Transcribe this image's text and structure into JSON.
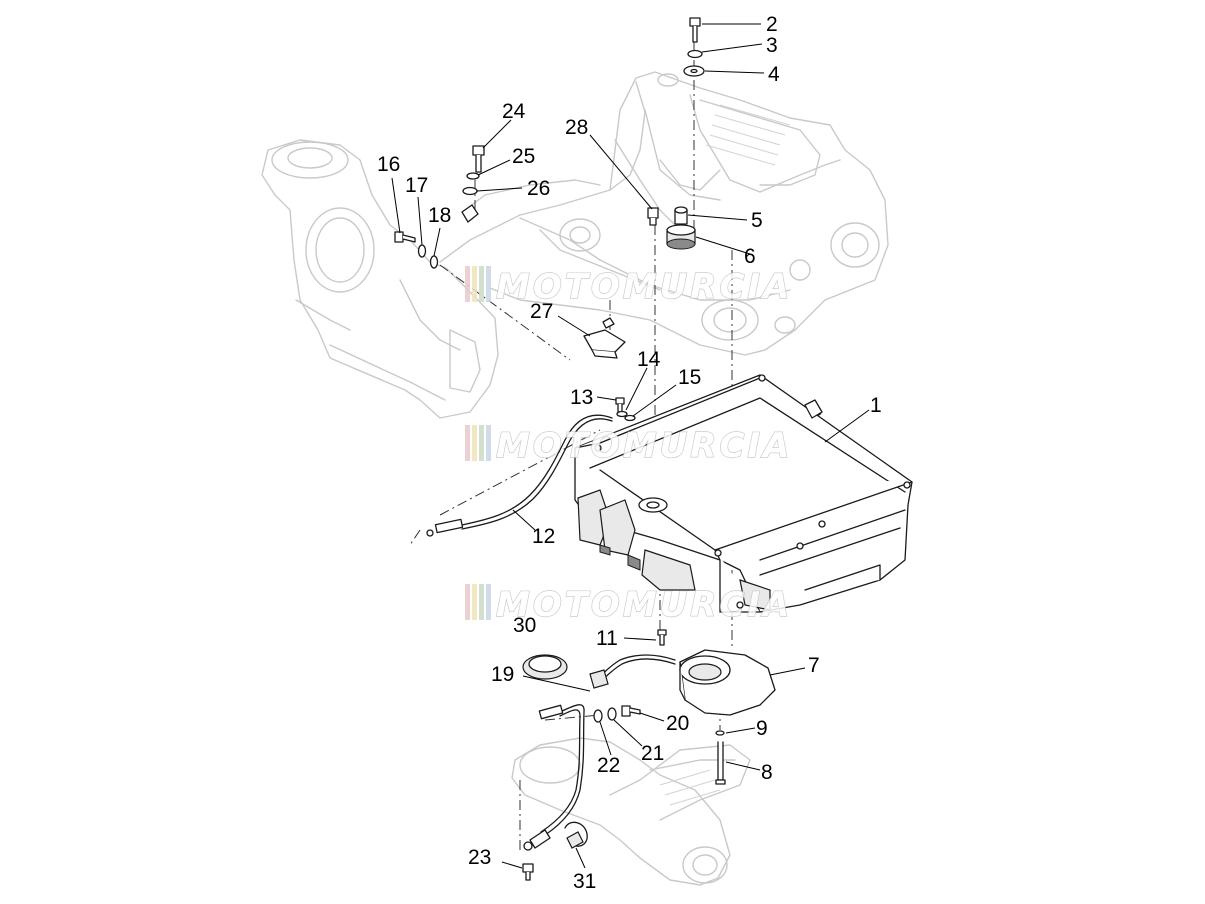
{
  "diagram": {
    "watermark_text": "MOTOMURCIA",
    "watermark_stripe_colors": [
      "#e8c9c9",
      "#f2e3b8",
      "#c9dcc6",
      "#c9d6e8"
    ],
    "callouts": [
      {
        "id": "c2",
        "label": "2"
      },
      {
        "id": "c3",
        "label": "3"
      },
      {
        "id": "c4",
        "label": "4"
      },
      {
        "id": "c24",
        "label": "24"
      },
      {
        "id": "c28",
        "label": "28"
      },
      {
        "id": "c25",
        "label": "25"
      },
      {
        "id": "c16",
        "label": "16"
      },
      {
        "id": "c17",
        "label": "17"
      },
      {
        "id": "c26",
        "label": "26"
      },
      {
        "id": "c18",
        "label": "18"
      },
      {
        "id": "c5",
        "label": "5"
      },
      {
        "id": "c6",
        "label": "6"
      },
      {
        "id": "c27",
        "label": "27"
      },
      {
        "id": "c14",
        "label": "14"
      },
      {
        "id": "c15",
        "label": "15"
      },
      {
        "id": "c13",
        "label": "13"
      },
      {
        "id": "c1",
        "label": "1"
      },
      {
        "id": "c12",
        "label": "12"
      },
      {
        "id": "c30",
        "label": "30"
      },
      {
        "id": "c11",
        "label": "11"
      },
      {
        "id": "c7",
        "label": "7"
      },
      {
        "id": "c19",
        "label": "19"
      },
      {
        "id": "c20",
        "label": "20"
      },
      {
        "id": "c9",
        "label": "9"
      },
      {
        "id": "c21",
        "label": "21"
      },
      {
        "id": "c22",
        "label": "22"
      },
      {
        "id": "c8",
        "label": "8"
      },
      {
        "id": "c23",
        "label": "23"
      },
      {
        "id": "c31",
        "label": "31"
      }
    ]
  }
}
